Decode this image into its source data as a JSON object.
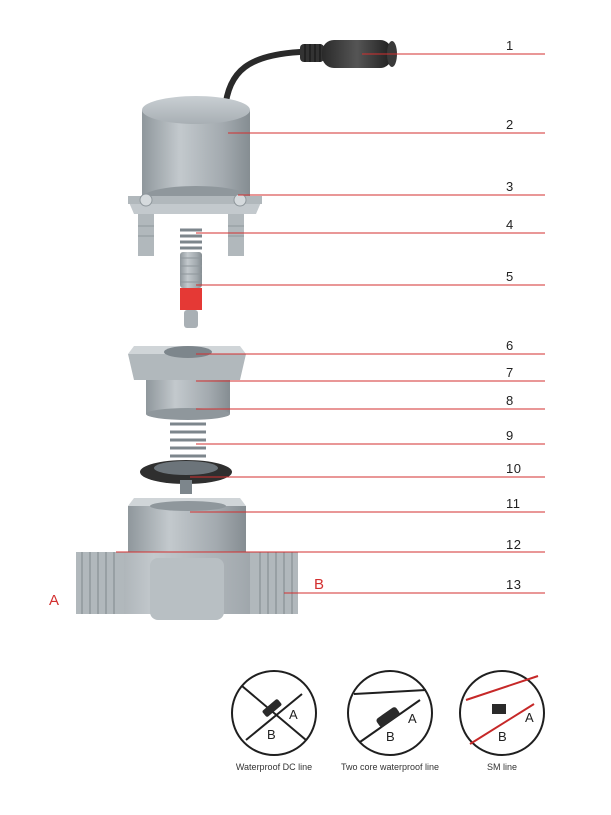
{
  "callouts": [
    "1",
    "2",
    "3",
    "4",
    "5",
    "6",
    "7",
    "8",
    "9",
    "10",
    "11",
    "12",
    "13"
  ],
  "ports": {
    "left": "A",
    "right": "B"
  },
  "connectors": [
    {
      "caption": "Waterproof DC line",
      "label_a": "A",
      "label_b": "B"
    },
    {
      "caption": "Two core waterproof line",
      "label_a": "A",
      "label_b": "B"
    },
    {
      "caption": "SM line",
      "label_a": "A",
      "label_b": "B"
    }
  ],
  "colors": {
    "leader_line": "#d32f2f",
    "part_grey": "#a9b0b5",
    "part_dark": "#7d868c",
    "cable": "#2a2a2a",
    "accent_red": "#e53935"
  }
}
